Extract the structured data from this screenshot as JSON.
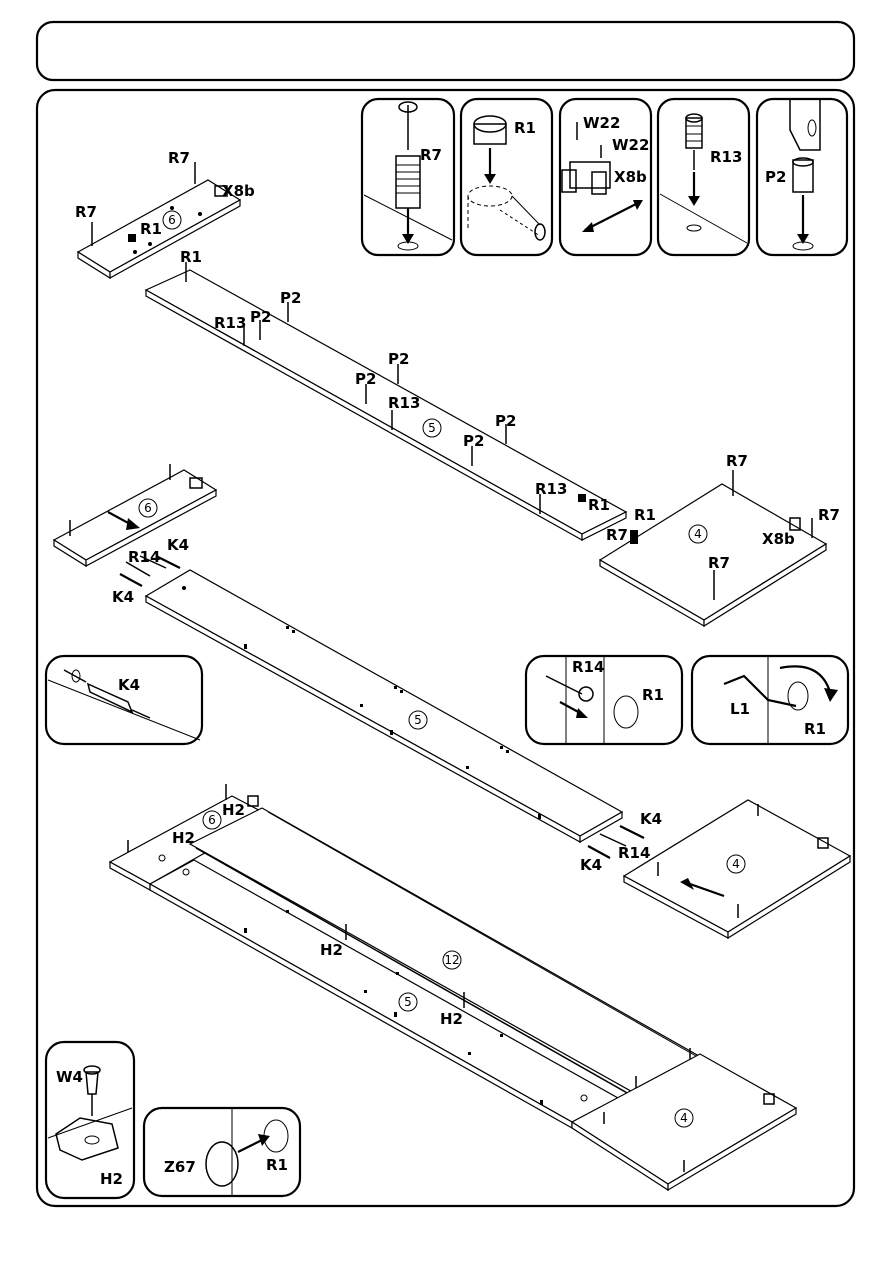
{
  "header": {
    "title": ""
  },
  "parts": {
    "p4": "4",
    "p5": "5",
    "p6": "6",
    "p12": "12"
  },
  "hardware": {
    "R1": "R1",
    "R7": "R7",
    "R13": "R13",
    "R14": "R14",
    "P2": "P2",
    "X8b": "X8b",
    "W22": "W22",
    "W4": "W4",
    "K4": "K4",
    "H2": "H2",
    "L1": "L1",
    "Z67": "Z67"
  }
}
